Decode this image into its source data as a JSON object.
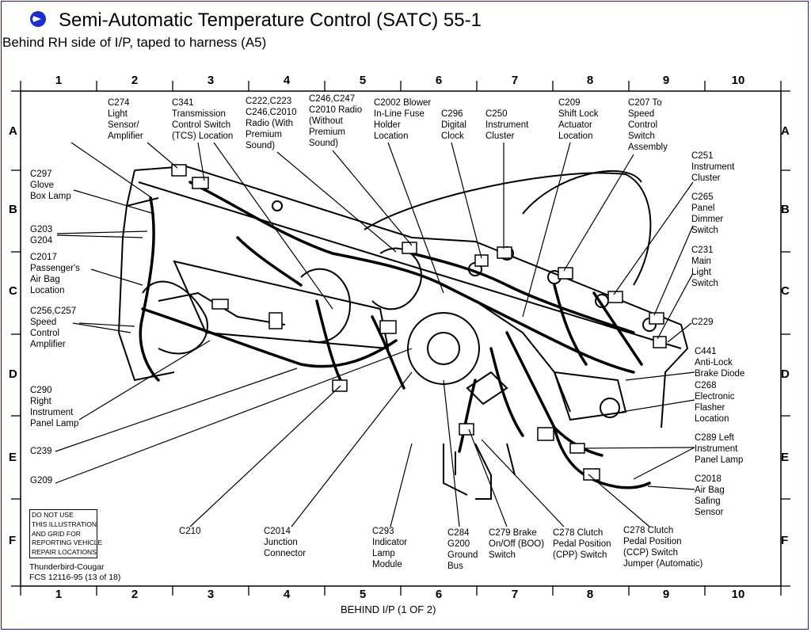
{
  "title": "Semi-Automatic Temperature Control (SATC) 55-1",
  "subtitle": "Behind RH side of I/P, taped to harness (A5)",
  "grid": {
    "columns": [
      "1",
      "2",
      "3",
      "4",
      "5",
      "6",
      "7",
      "8",
      "9",
      "10"
    ],
    "rows": [
      "A",
      "B",
      "C",
      "D",
      "E",
      "F"
    ]
  },
  "labels": {
    "c274": "C274\nLight\nSensor/\nAmplifier",
    "c341": "C341\nTransmission\nControl Switch\n(TCS) Location",
    "c222": "C222,C223\nC246,C2010\nRadio (With\nPremium\nSound)",
    "c246": "C246,C247\nC2010 Radio\n(Without\nPremium\nSound)",
    "c2002": "C2002 Blower\nIn-Line Fuse\nHolder\nLocation",
    "c296": "C296\nDigital\nClock",
    "c250": "C250\nInstrument\nCluster",
    "c209": "C209\nShift Lock\nActuator\nLocation",
    "c207": "C207 To\nSpeed\nControl\nSwitch\nAssembly",
    "c251": "C251\nInstrument\nCluster",
    "c265": "C265\nPanel\nDimmer\nSwitch",
    "c231": "C231\nMain\nLight\nSwitch",
    "c229": "C229",
    "c441": "C441\nAnti-Lock\nBrake Diode",
    "c268": "C268\nElectronic\nFlasher\nLocation",
    "c289": "C289 Left\nInstrument\nPanel Lamp",
    "c2018": "C2018\nAir Bag\nSafing\nSensor",
    "c297": "C297\nGlove\nBox Lamp",
    "g203": "G203\nG204",
    "c2017": "C2017\nPassenger's\nAir Bag\nLocation",
    "c256": "C256,C257\nSpeed\nControl\nAmplifier",
    "c290": "C290\nRight\nInstrument\nPanel Lamp",
    "c239": "C239",
    "g209": "G209",
    "c210": "C210",
    "c2014": "C2014\nJunction\nConnector",
    "c293": "C293\nIndicator\nLamp\nModule",
    "c284": "C284\nG200\nGround\nBus",
    "c279": "C279 Brake\nOn/Off (BOO)\nSwitch",
    "c278a": "C278 Clutch\nPedal Position\n(CPP) Switch",
    "c278b": "C278 Clutch\nPedal Position\n(CCP) Switch\nJumper (Automatic)"
  },
  "note": "DO NOT USE\nTHIS ILLUSTRATION\nAND GRID FOR\nREPORTING VEHICLE\nREPAIR LOCATIONS",
  "model": "Thunderbird-Cougar\nFCS 12116-95 (13 of 18)",
  "footer": "BEHIND I/P (1 OF 2)"
}
